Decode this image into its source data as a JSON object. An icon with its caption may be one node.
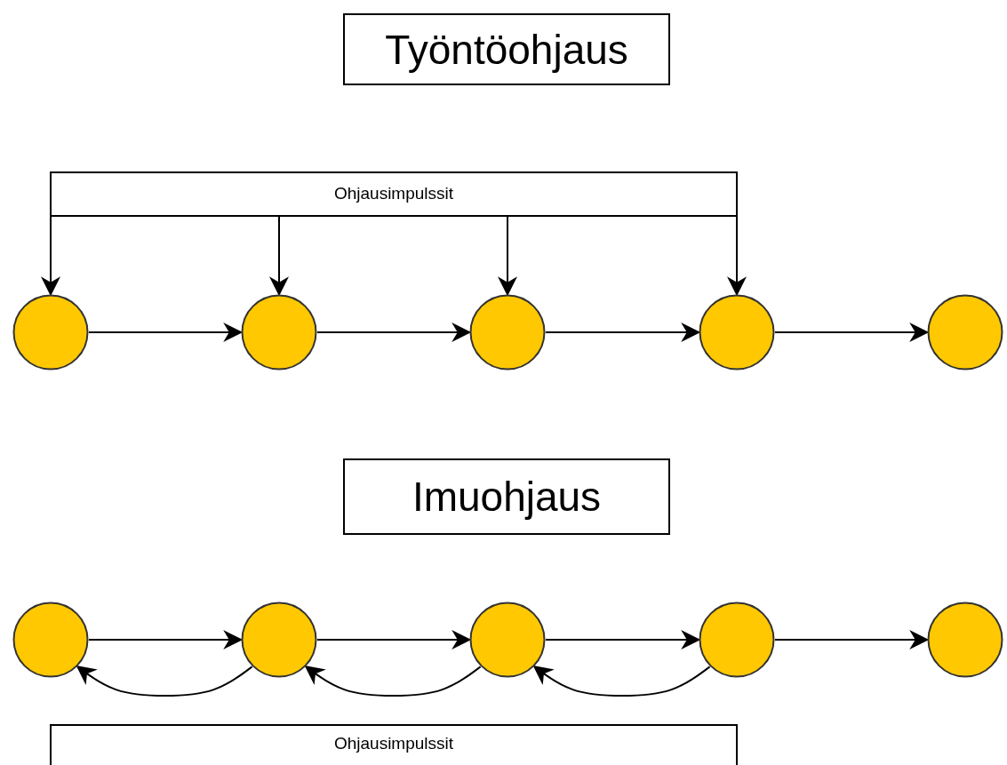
{
  "diagram": {
    "nodes": [
      {
        "text": [
          "Työntöohjaus"
        ]
      },
      {
        "text": [
          "Ohjausimpulssit"
        ]
      },
      {
        "text": [],
        "shape": "circle"
      },
      {
        "text": [],
        "shape": "circle"
      },
      {
        "text": [],
        "shape": "circle"
      },
      {
        "text": [],
        "shape": "circle"
      },
      {
        "text": [],
        "shape": "circle"
      },
      {
        "text": [
          "Imuohjaus"
        ]
      },
      {
        "text": [],
        "shape": "circle"
      },
      {
        "text": [],
        "shape": "circle"
      },
      {
        "text": [],
        "shape": "circle"
      },
      {
        "text": [],
        "shape": "circle"
      },
      {
        "text": [],
        "shape": "circle"
      },
      {
        "text": [
          "Ohjausimpulssit"
        ]
      }
    ],
    "edges": [
      {
        "from": 1,
        "to": 2,
        "arrow": "to"
      },
      {
        "from": 1,
        "to": 3,
        "arrow": "to"
      },
      {
        "from": 1,
        "to": 4,
        "arrow": "to"
      },
      {
        "from": 1,
        "to": 5,
        "arrow": "to"
      },
      {
        "from": 2,
        "to": 3,
        "arrow": "to"
      },
      {
        "from": 3,
        "to": 4,
        "arrow": "to"
      },
      {
        "from": 4,
        "to": 5,
        "arrow": "to"
      },
      {
        "from": 5,
        "to": 6,
        "arrow": "to"
      },
      {
        "from": 8,
        "to": 9,
        "arrow": "to"
      },
      {
        "from": 9,
        "to": 10,
        "arrow": "to"
      },
      {
        "from": 10,
        "to": 11,
        "arrow": "to"
      },
      {
        "from": 11,
        "to": 12,
        "arrow": "to"
      },
      {
        "from": 9,
        "to": 8,
        "arrow": "to"
      },
      {
        "from": 10,
        "to": 9,
        "arrow": "to"
      },
      {
        "from": 11,
        "to": 10,
        "arrow": "to"
      }
    ]
  }
}
